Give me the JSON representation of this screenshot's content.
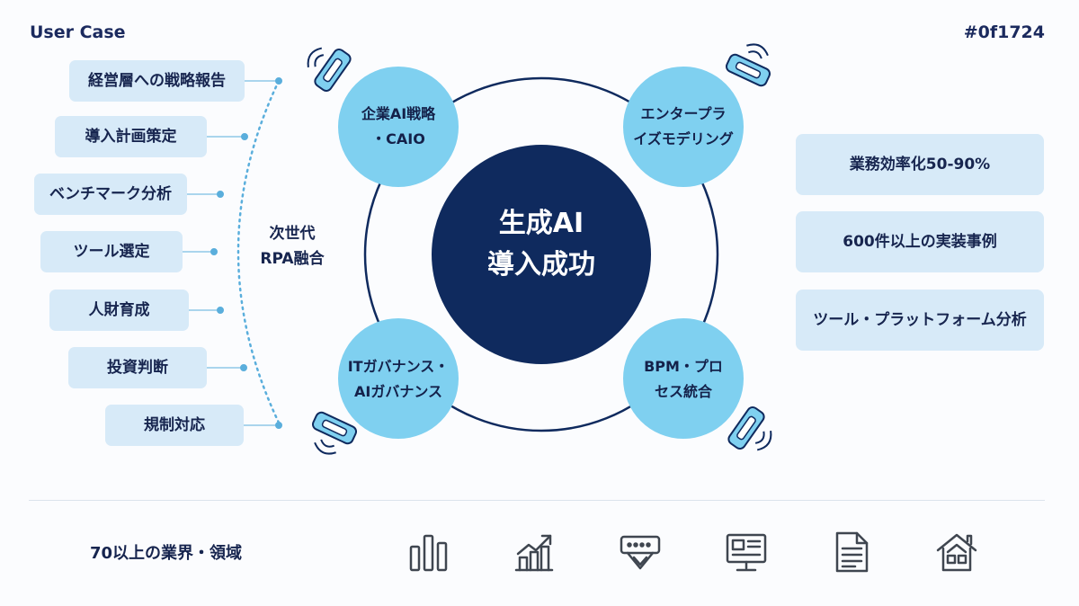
{
  "header": {
    "left": "User Case",
    "right": "#0f1724"
  },
  "center": {
    "label": "生成AI\n導入成功"
  },
  "nodes": {
    "top_left": "企業AI戦略\n・CAIO",
    "top_right": "エンタープラ\nイズモデリング",
    "bottom_left": "ITガバナンス・\nAIガバナンス",
    "bottom_right": "BPM・プロ\nセス統合"
  },
  "left_items": [
    "経営層への戦略報告",
    "導入計画策定",
    "ベンチマーク分析",
    "ツール選定",
    "人財育成",
    "投資判断",
    "規制対応"
  ],
  "side_label": "次世代\nRPA融合",
  "right_items": [
    "業務効率化50-90%",
    "600件以上の実装事例",
    "ツール・プラットフォーム分析"
  ],
  "footer": {
    "text": "70以上の業界・領域",
    "icons": [
      "bar-chart-icon",
      "growth-chart-icon",
      "server-icon",
      "monitor-icon",
      "document-icon",
      "house-icon"
    ]
  },
  "colors": {
    "navy": "#0f2a5e",
    "light_blue": "#7fd0f0",
    "box_fill": "#d7eaf8",
    "dot_blue": "#5aaedc"
  }
}
